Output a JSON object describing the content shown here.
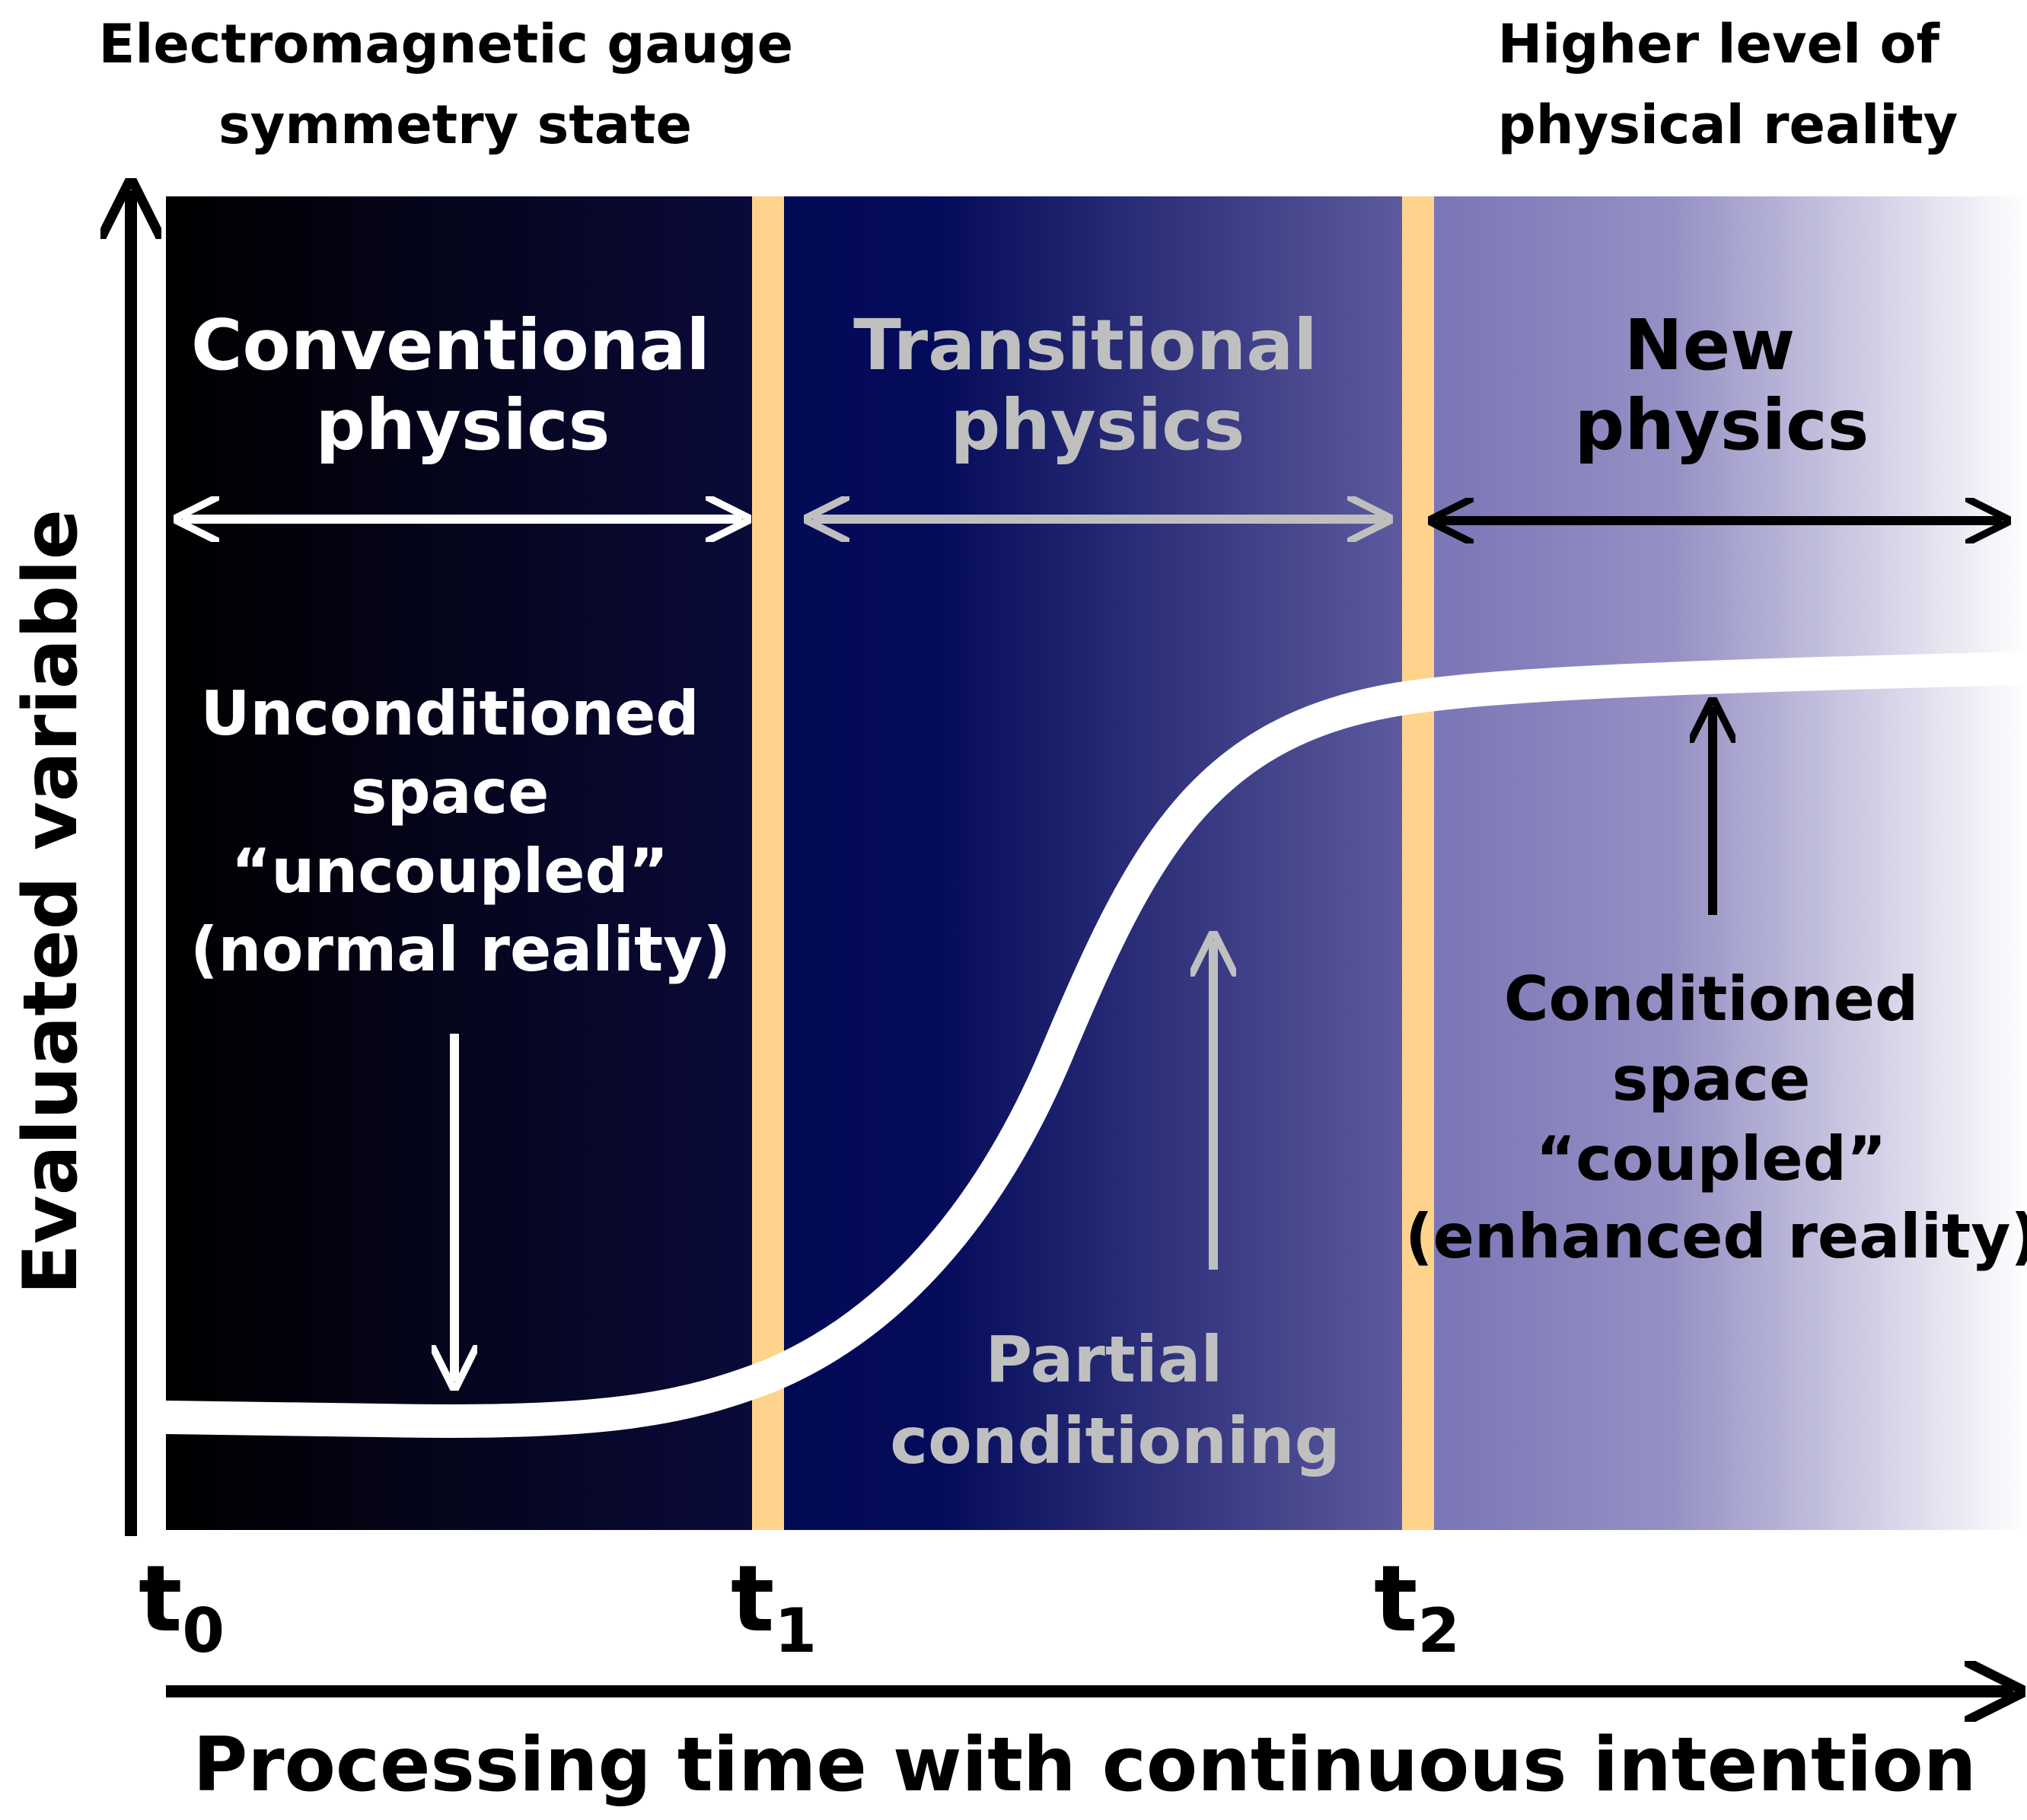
{
  "top_labels": {
    "left": [
      "Electromagnetic gauge",
      "symmetry state"
    ],
    "right": [
      "Higher level of",
      "physical reality"
    ]
  },
  "regions": {
    "conventional": {
      "heading": [
        "Conventional",
        "physics"
      ],
      "description": [
        "Unconditioned",
        "space",
        "“uncoupled”",
        "(normal reality)"
      ]
    },
    "transitional": {
      "heading": [
        "Transitional",
        "physics"
      ],
      "description": [
        "Partial",
        "conditioning"
      ]
    },
    "new": {
      "heading": [
        "New",
        "physics"
      ],
      "description": [
        "Conditioned",
        "space",
        "“coupled”",
        "(enhanced reality)"
      ]
    }
  },
  "time_marks": [
    {
      "base": "t",
      "sub": "0"
    },
    {
      "base": "t",
      "sub": "1"
    },
    {
      "base": "t",
      "sub": "2"
    }
  ],
  "axes": {
    "y_label": "Evaluated variable",
    "x_label": "Processing time with continuous intention"
  },
  "colors": {
    "region_dark": "#000000",
    "region_navy": "#030a55",
    "region_violet": "#5d5a9e",
    "region_lavender": "#9590c4",
    "boundary_band": "#ffd38c",
    "curve": "#ffffff",
    "arrow_white": "#ffffff",
    "arrow_gray": "#bfbfbf",
    "arrow_black": "#000000"
  }
}
